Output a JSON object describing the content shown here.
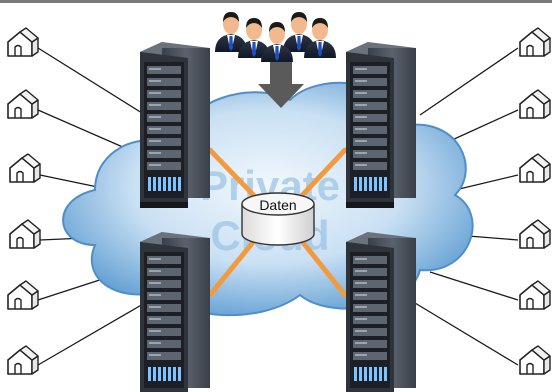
{
  "diagram": {
    "cloud_watermark_line1": "Private",
    "cloud_watermark_line2": "Cloud",
    "database_label": "Daten",
    "colors": {
      "top_border": "#7a7a7a",
      "cloud_light": "#eef6fc",
      "cloud_dark": "#5c9bd1",
      "connector": "#f29a3f",
      "arrow": "#5a5a5a",
      "watermark": "#9ec4e4",
      "line": "#1a1a1a"
    },
    "users": [
      "user-1",
      "user-2",
      "user-3",
      "user-4",
      "user-5"
    ],
    "servers": [
      "server-top-left",
      "server-top-right",
      "server-bottom-left",
      "server-bottom-right"
    ],
    "houses_left": [
      "house-left-1",
      "house-left-2",
      "house-left-3",
      "house-left-4",
      "house-left-5",
      "house-left-6"
    ],
    "houses_right": [
      "house-right-1",
      "house-right-2",
      "house-right-3",
      "house-right-4",
      "house-right-5",
      "house-right-6"
    ]
  }
}
